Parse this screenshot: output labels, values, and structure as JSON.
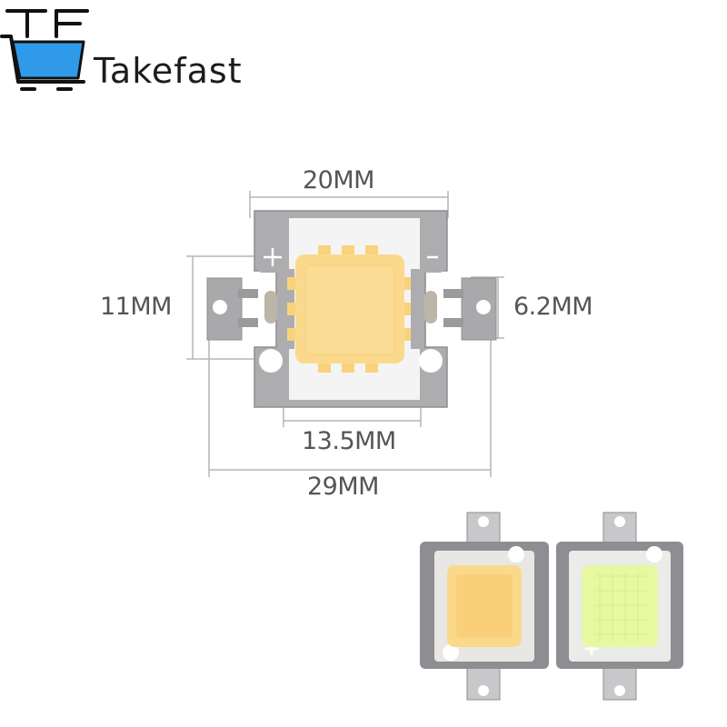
{
  "brand": {
    "monogram": "TF",
    "name": "Takefast",
    "icon": "shopping-cart-icon",
    "cart_color": "#2f9be8"
  },
  "dimensions": {
    "top_width": "20MM",
    "left_height": "11MM",
    "right_height": "6.2MM",
    "inner_width": "13.5MM",
    "overall_width": "29MM"
  },
  "colors": {
    "warm_chip": "#fbd98c",
    "cool_chip": "#e6f9a0",
    "heatsink": "#a9a9ab",
    "dimension_line": "#b5b5b5"
  },
  "photos": [
    {
      "name": "warm-white-led-chip",
      "chip_color": "#fbd98c"
    },
    {
      "name": "cool-white-led-chip",
      "chip_color": "#e6f9a0"
    }
  ]
}
